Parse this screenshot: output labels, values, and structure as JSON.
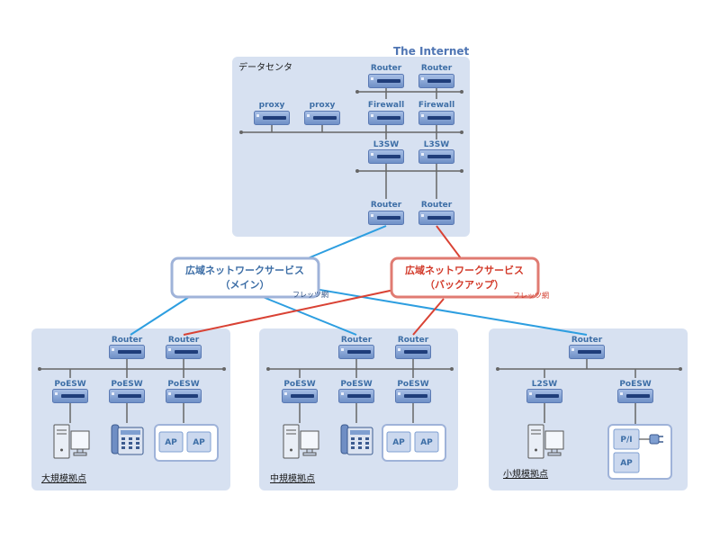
{
  "internet": {
    "label": "The Internet"
  },
  "datacenter": {
    "label": "データセンタ",
    "router_label": "Router",
    "firewall_label": "Firewall",
    "l3sw_label": "L3SW",
    "proxy_label": "proxy"
  },
  "wan_main": {
    "line1": "広域ネットワークサービス",
    "line2": "（メイン）",
    "flets": "フレッツ網"
  },
  "wan_backup": {
    "line1": "広域ネットワークサービス",
    "line2": "（バックアップ）",
    "flets": "フレッツ網"
  },
  "sites": {
    "large": {
      "label": "大規模拠点",
      "router_label": "Router",
      "poe_label": "PoESW",
      "ap_label": "AP"
    },
    "medium": {
      "label": "中規模拠点",
      "router_label": "Router",
      "poe_label": "PoESW",
      "ap_label": "AP"
    },
    "small": {
      "label": "小規模拠点",
      "router_label": "Router",
      "l2sw_label": "L2SW",
      "poe_label": "PoESW",
      "pi_label": "P/I",
      "ap_label": "AP"
    }
  },
  "colors": {
    "panel": "#d7e1f1",
    "device": "#7f9fd1",
    "device_bar": "#1f3d7a",
    "main_line": "#2d9ee0",
    "backup_line": "#d94234",
    "wan_main_border": "#9fb3d9",
    "wan_backup_border": "#e07b72"
  }
}
